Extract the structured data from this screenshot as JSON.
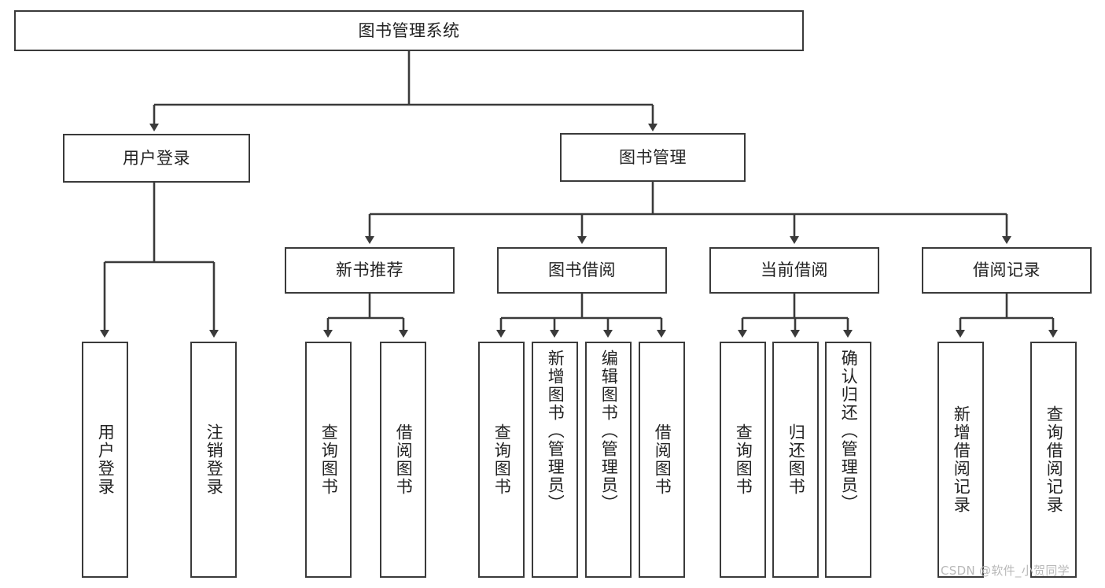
{
  "diagram": {
    "type": "tree",
    "title": "图书管理系统",
    "orientation": "top-down",
    "root": {
      "id": "root",
      "label": "图书管理系统"
    },
    "level2": [
      {
        "id": "user-login",
        "label": "用户登录"
      },
      {
        "id": "book-manage",
        "label": "图书管理"
      }
    ],
    "level3": [
      {
        "id": "new-book-rec",
        "label": "新书推荐"
      },
      {
        "id": "book-borrow",
        "label": "图书借阅"
      },
      {
        "id": "current-borrow",
        "label": "当前借阅"
      },
      {
        "id": "borrow-record",
        "label": "借阅记录"
      }
    ],
    "leaves": {
      "user_login": [
        {
          "id": "leaf-user-login",
          "label": "用户登录"
        },
        {
          "id": "leaf-logout",
          "label": "注销登录"
        }
      ],
      "new_book_rec": [
        {
          "id": "leaf-query-book-1",
          "label": "查询图书"
        },
        {
          "id": "leaf-borrow-book-1",
          "label": "借阅图书"
        }
      ],
      "book_borrow": [
        {
          "id": "leaf-query-book-2",
          "label": "查询图书"
        },
        {
          "id": "leaf-add-book",
          "label": "新增图书（管理员）"
        },
        {
          "id": "leaf-edit-book",
          "label": "编辑图书（管理员）"
        },
        {
          "id": "leaf-borrow-book-2",
          "label": "借阅图书"
        }
      ],
      "current_borrow": [
        {
          "id": "leaf-query-book-3",
          "label": "查询图书"
        },
        {
          "id": "leaf-return-book",
          "label": "归还图书"
        },
        {
          "id": "leaf-confirm-return",
          "label": "确认归还（管理员）"
        }
      ],
      "borrow_record": [
        {
          "id": "leaf-add-record",
          "label": "新增借阅记录"
        },
        {
          "id": "leaf-query-record",
          "label": "查询借阅记录"
        }
      ]
    }
  },
  "watermark": {
    "text": "CSDN @软件_小贺同学"
  },
  "colors": {
    "box_border": "#3a3a3a",
    "box_fill": "#ffffff",
    "connector": "#3a3a3a",
    "text": "#222222",
    "watermark": "#b9b9b9",
    "background": "#ffffff"
  }
}
